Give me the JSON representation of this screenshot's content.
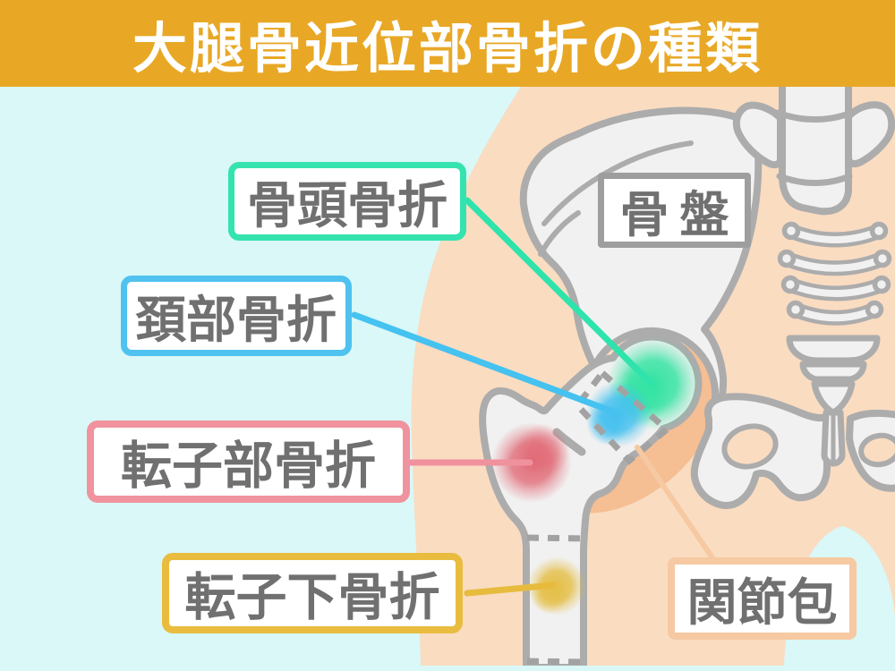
{
  "header": {
    "title": "大腿骨近位部骨折の種類",
    "bg_color": "#E8A826",
    "text_color": "#FFFFFF"
  },
  "canvas": {
    "background_color": "#D9F8F7",
    "body_skin_color": "#FADCC1",
    "capsule_shade_color": "#F5BE93",
    "bone_fill_color": "#F1F1F1",
    "bone_outline_color": "#ACACAC",
    "label_text_color": "#707070"
  },
  "labels": {
    "head_fracture": {
      "text": "骨頭骨折",
      "border_color": "#35E3AE",
      "spot_color": "#2EE3A0"
    },
    "neck_fracture": {
      "text": "頚部骨折",
      "border_color": "#4FC2EF",
      "spot_color": "#41BFF0"
    },
    "trochanteric_fracture": {
      "text": "転子部骨折",
      "border_color": "#F0939E",
      "spot_color": "#E0626F"
    },
    "subtrochanteric_fracture": {
      "text": "転子下骨折",
      "border_color": "#E9BC3F",
      "spot_color": "#E4BE45"
    },
    "pelvis": {
      "text": "骨盤",
      "border_color": "#9E9E9E"
    },
    "joint_capsule": {
      "text": "関節包",
      "border_color": "#F6C9A2"
    }
  }
}
